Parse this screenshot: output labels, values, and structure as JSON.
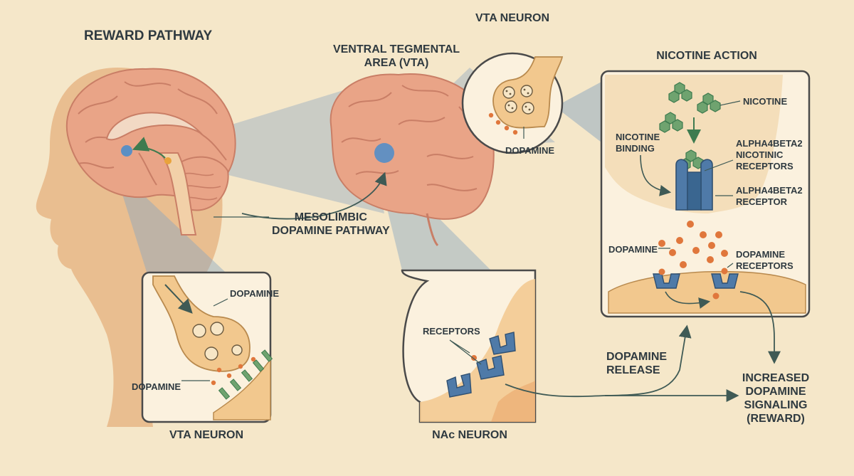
{
  "title": "REWARD PATHWAY",
  "vta_heading": "VENTRAL TEGMENTAL\nAREA (VTA)",
  "mesolimbic_label": "MESOLIMBIC\nDOPAMINE PATHWAY",
  "vta_inset": {
    "title": "VTA NEURON",
    "dopamine": "DOPAMINE"
  },
  "vta_neuron_panel": {
    "title": "VTA NEURON",
    "dopamine_top": "DOPAMINE",
    "dopamine_left": "DOPAMINE"
  },
  "nac_panel": {
    "title": "NAc NEURON",
    "receptors": "RECEPTORS"
  },
  "nicotine_panel": {
    "title": "NICOTINE ACTION",
    "nicotine": "NICOTINE",
    "binding": "NICOTINE\nBINDING",
    "nicotinic_receptors": "ALPHA4BETA2\nNICOTINIC\nRECEPTORS",
    "receptor": "ALPHA4BETA2\nRECEPTOR",
    "dopamine": "DOPAMINE",
    "dopamine_receptors": "DOPAMINE\nRECEPTORS"
  },
  "dopamine_release": "DOPAMINE\nRELEASE",
  "result": "INCREASED\nDOPAMINE\nSIGNALING\n(REWARD)",
  "colors": {
    "background": "#f5e7c9",
    "brain": "#e9a487",
    "brain_fold": "#c97e66",
    "neuron": "#f2c88e",
    "beam": "#8aa6c0",
    "vesicle": "#e0773c",
    "receptor_blue": "#4f7aa8",
    "receptor_green": "#6fa36f",
    "text": "#2f3a40"
  }
}
